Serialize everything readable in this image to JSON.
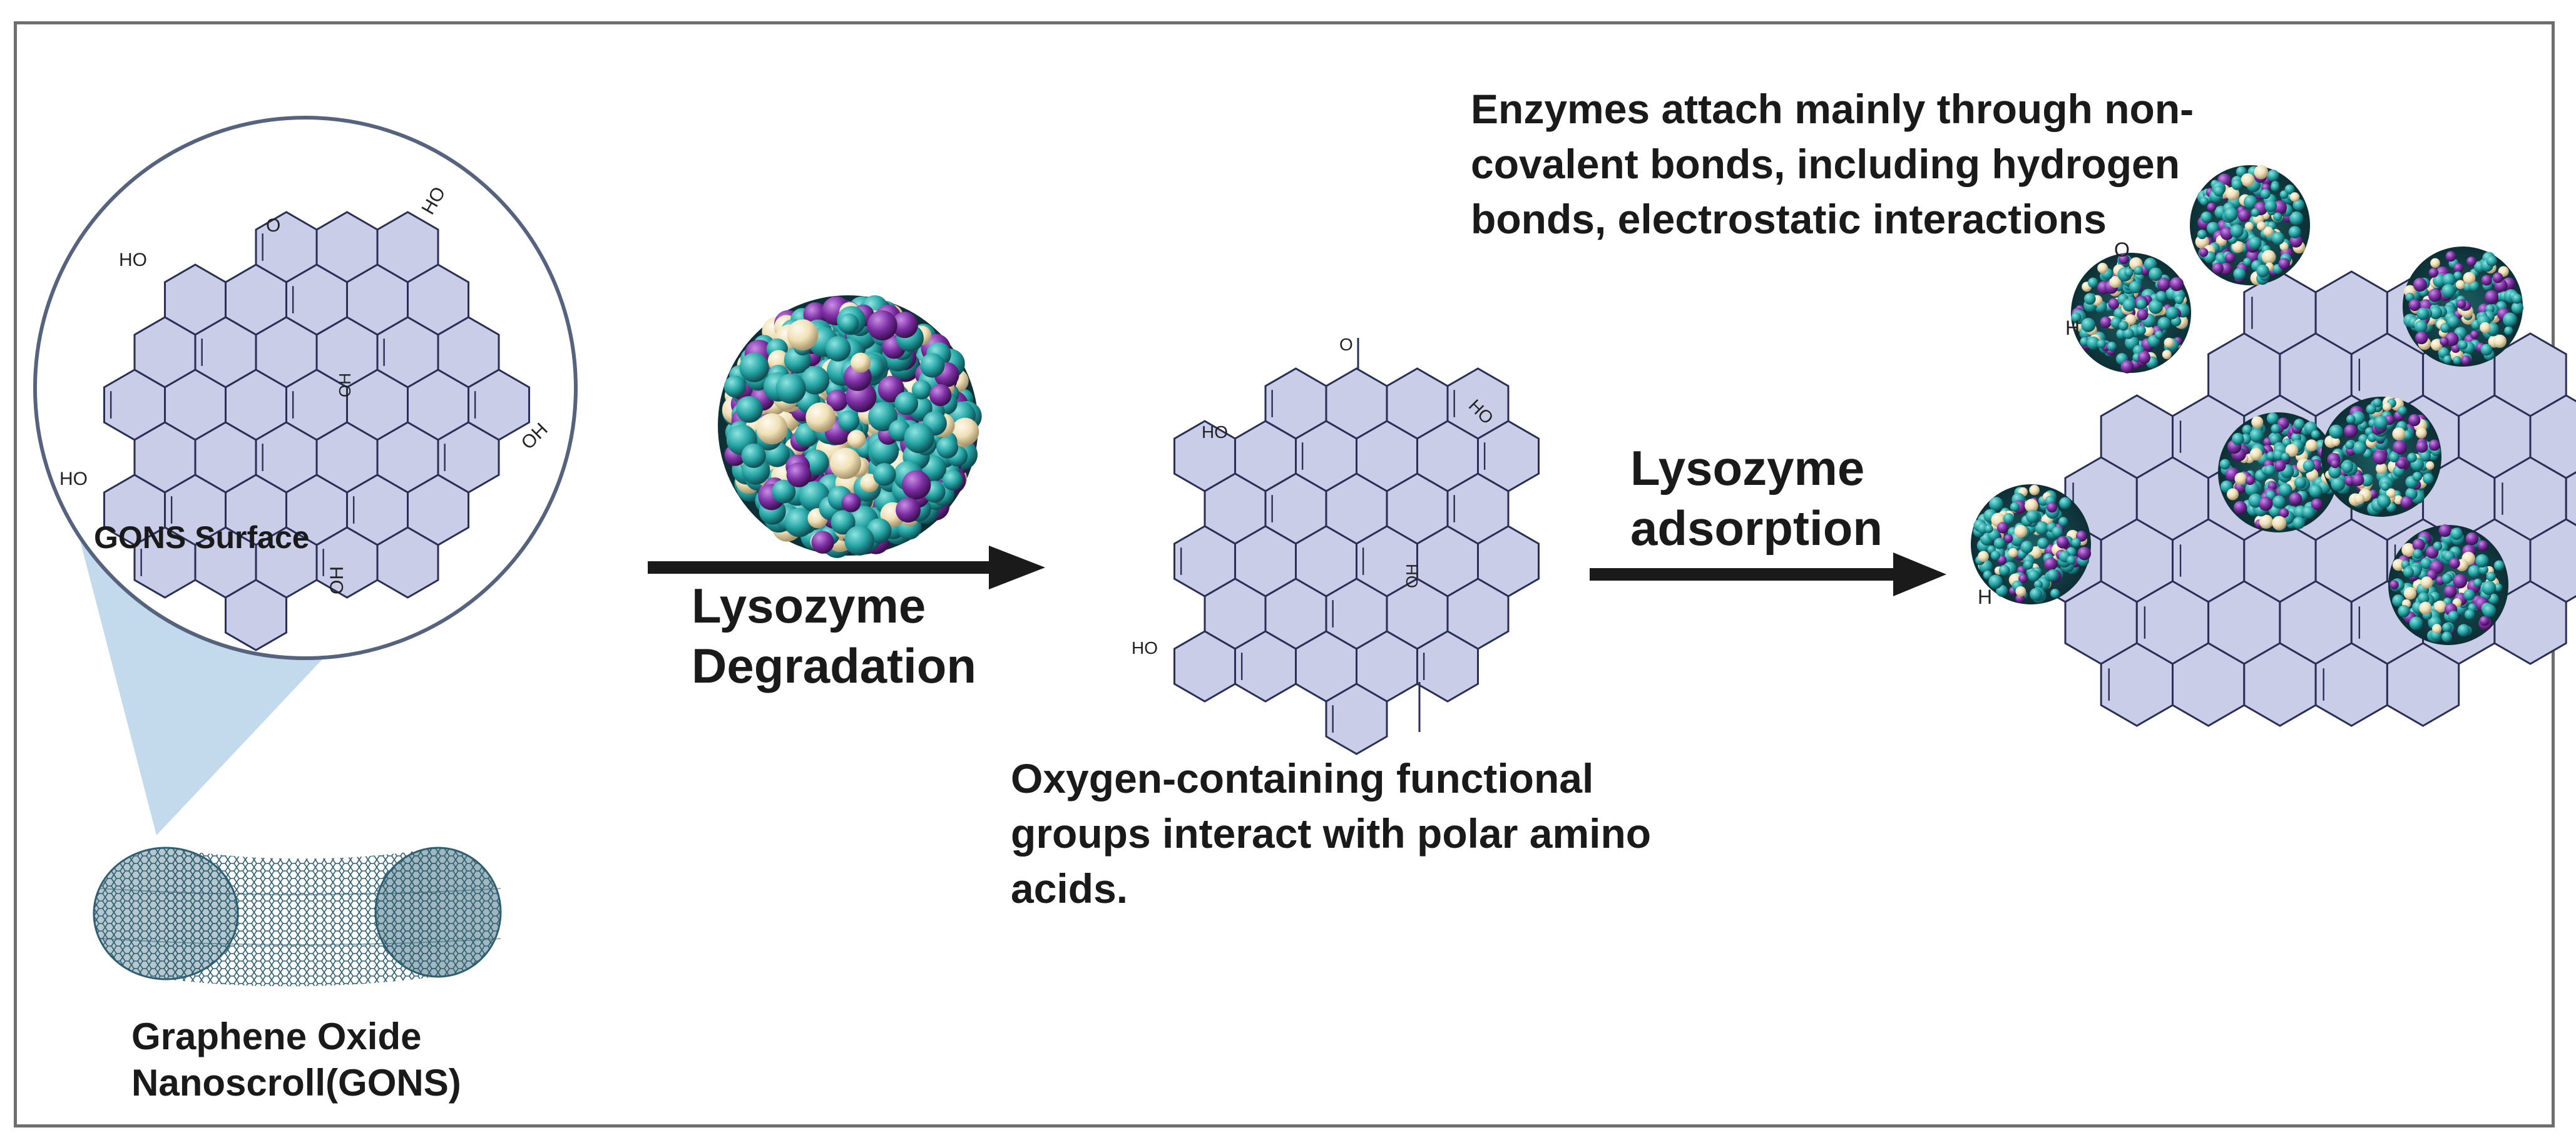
{
  "labels": {
    "gons_surface": "GONS Surface",
    "gons": "Graphene Oxide\nNanoscroll(GONS)",
    "degradation": "Lysozyme\nDegradation",
    "adsorption": "Lysozyme\nadsorption",
    "oxygen_caption": "Oxygen-containing functional\ngroups interact with polar amino\nacids.",
    "enzyme_caption": "Enzymes attach mainly through non-\ncovalent bonds, including hydrogen\nbonds, electrostatic interactions"
  },
  "chem": {
    "ho": "HO",
    "oh": "OH",
    "o": "O",
    "h": "H"
  },
  "colors": {
    "hexagon_fill": "#c9cde8",
    "hexagon_stroke": "#2a3055",
    "frame": "#6e6e6e",
    "arrow": "#1a1a1a",
    "zoom_cone": "#b8d3ea",
    "lysozyme_teal": "#27a6a6",
    "lysozyme_purple": "#7c2fa3",
    "lysozyme_cream": "#efe0b5",
    "nanoscroll": "#2f5f72"
  },
  "icons": {
    "arrow_1": "right-arrow",
    "arrow_2": "right-arrow",
    "lysozyme": "protein-sphere",
    "nanoscroll": "graphene-nanoscroll"
  }
}
